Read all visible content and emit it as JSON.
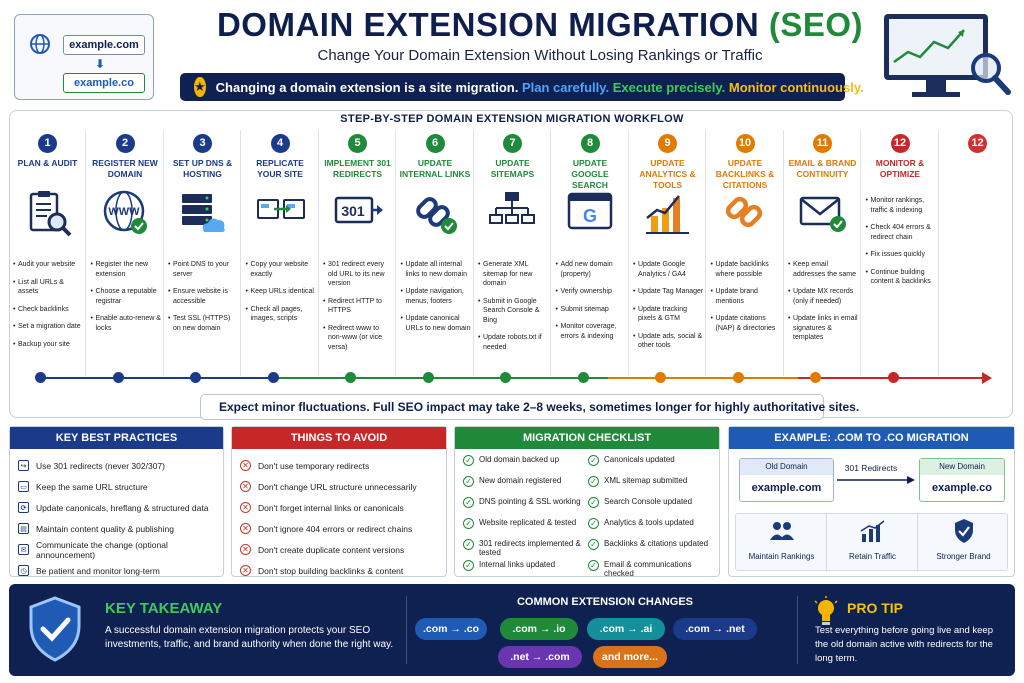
{
  "header": {
    "title": "DOMAIN EXTENSION MIGRATION",
    "title_accent": "(SEO)",
    "subtitle": "Change Your Domain Extension Without Losing Rankings or Traffic",
    "banner_text": "Changing a domain extension is a site migration.",
    "banner_blue": "Plan carefully.",
    "banner_green": "Execute precisely.",
    "banner_yellow": "Monitor continuously.",
    "old_url": "example.com",
    "new_url": "example.co"
  },
  "workflow": {
    "title": "STEP-BY-STEP DOMAIN EXTENSION MIGRATION WORKFLOW",
    "steps": [
      {
        "num": "1",
        "name": "PLAN & AUDIT",
        "color": "#1c3a8a",
        "icon": "clipboard-magnifier-icon",
        "items": [
          "Audit your website",
          "List all URLs & assets",
          "Check backlinks",
          "Set a migration date",
          "Backup your site"
        ]
      },
      {
        "num": "2",
        "name": "REGISTER NEW DOMAIN",
        "color": "#1c3a8a",
        "icon": "www-globe-icon",
        "items": [
          "Register the new extension",
          "Choose a reputable registrar",
          "Enable auto-renew & locks"
        ]
      },
      {
        "num": "3",
        "name": "SET UP DNS & HOSTING",
        "color": "#1c3a8a",
        "icon": "server-cloud-icon",
        "items": [
          "Point DNS to your server",
          "Ensure website is accessible",
          "Test SSL (HTTPS) on new domain"
        ]
      },
      {
        "num": "4",
        "name": "REPLICATE YOUR SITE",
        "color": "#1c3a8a",
        "icon": "copy-site-icon",
        "items": [
          "Copy your website exactly",
          "Keep URLs identical",
          "Check all pages, images, scripts"
        ]
      },
      {
        "num": "5",
        "name": "IMPLEMENT 301 REDIRECTS",
        "color": "#1f8a3a",
        "icon": "redirect-301-icon",
        "items": [
          "301 redirect every old URL to its new version",
          "Redirect HTTP to HTTPS",
          "Redirect www to non-www (or vice versa)"
        ]
      },
      {
        "num": "6",
        "name": "UPDATE INTERNAL LINKS",
        "color": "#1f8a3a",
        "icon": "chain-link-check-icon",
        "items": [
          "Update all internal links to new domain",
          "Update navigation, menus, footers",
          "Update canonical URLs to new domain"
        ]
      },
      {
        "num": "7",
        "name": "UPDATE SITEMAPS",
        "color": "#1f8a3a",
        "icon": "sitemap-icon",
        "items": [
          "Generate XML sitemap for new domain",
          "Submit in Google Search Console & Bing",
          "Update robots.txt if needed"
        ]
      },
      {
        "num": "8",
        "name": "UPDATE GOOGLE SEARCH CONSOLE",
        "color": "#1f8a3a",
        "icon": "google-console-icon",
        "items": [
          "Add new domain (property)",
          "Verify ownership",
          "Submit sitemap",
          "Monitor coverage, errors & indexing"
        ]
      },
      {
        "num": "9",
        "name": "UPDATE ANALYTICS & TOOLS",
        "color": "#e07b00",
        "icon": "analytics-chart-icon",
        "items": [
          "Update Google Analytics / GA4",
          "Update Tag Manager",
          "Update tracking pixels & GTM",
          "Update ads, social & other tools"
        ]
      },
      {
        "num": "10",
        "name": "UPDATE BACKLINKS & CITATIONS",
        "color": "#e07b00",
        "icon": "backlink-chain-icon",
        "items": [
          "Update backlinks where possible",
          "Update brand mentions",
          "Update citations (NAP) & directories"
        ]
      },
      {
        "num": "11",
        "name": "EMAIL & BRAND CONTINUITY",
        "color": "#e07b00",
        "icon": "email-check-icon",
        "items": [
          "Keep email addresses the same",
          "Update MX records (only if needed)",
          "Update links in email signatures & templates"
        ]
      },
      {
        "num": "12",
        "name": "MONITOR & OPTIMIZE",
        "color": "#c62828",
        "icon": "monitor-optimize-icon",
        "items": [
          "Monitor rankings, traffic & indexing",
          "Check 404 errors & redirect chain",
          "Fix issues quickly",
          "Continue building content & backlinks"
        ]
      }
    ],
    "end_num": "12",
    "note": "Expect minor fluctuations. Full SEO impact may take 2–8 weeks, sometimes longer for highly authoritative sites."
  },
  "best_practices": {
    "title": "KEY BEST PRACTICES",
    "color": "#1c3a8a",
    "items": [
      "Use 301 redirects (never 302/307)",
      "Keep the same URL structure",
      "Update canonicals, hreflang & structured data",
      "Maintain content quality & publishing",
      "Communicate the change (optional announcement)",
      "Be patient and monitor long-term"
    ]
  },
  "avoid": {
    "title": "THINGS TO AVOID",
    "color": "#c62828",
    "items": [
      "Don't use temporary redirects",
      "Don't change URL structure unnecessarily",
      "Don't forget internal links or canonicals",
      "Don't ignore 404 errors or redirect chains",
      "Don't create duplicate content versions",
      "Don't stop building backlinks & content"
    ]
  },
  "checklist": {
    "title": "MIGRATION CHECKLIST",
    "color": "#1f8a3a",
    "left": [
      "Old domain backed up",
      "New domain registered",
      "DNS pointing & SSL working",
      "Website replicated & tested",
      "301 redirects implemented & tested",
      "Internal links updated"
    ],
    "right": [
      "Canonicals updated",
      "XML sitemap submitted",
      "Search Console updated",
      "Analytics & tools updated",
      "Backlinks & citations updated",
      "Email & communications checked"
    ]
  },
  "example": {
    "title": "EXAMPLE: .COM TO .CO MIGRATION",
    "color": "#1f5bb5",
    "old_label": "Old Domain",
    "old_value": "example.com",
    "arrow_label": "301 Redirects",
    "new_label": "New Domain",
    "new_value": "example.co",
    "benefits": [
      "Maintain Rankings",
      "Retain Traffic",
      "Stronger Brand"
    ]
  },
  "takeaway": {
    "title": "KEY TAKEAWAY",
    "text": "A successful domain extension migration protects your SEO investments, traffic, and brand authority when done the right way."
  },
  "extensions": {
    "title": "COMMON EXTENSION CHANGES",
    "pills": [
      {
        "label": ".com → .co",
        "color": "#1f5bb5"
      },
      {
        "label": ".com → .io",
        "color": "#1f8a3a"
      },
      {
        "label": ".com → .ai",
        "color": "#14909a"
      },
      {
        "label": ".com → .net",
        "color": "#1c3a8a"
      },
      {
        "label": ".net → .com",
        "color": "#6a35b0"
      },
      {
        "label": "and more...",
        "color": "#d9731a"
      }
    ]
  },
  "pro_tip": {
    "title": "PRO TIP",
    "text": "Test everything before going live and keep the old domain active with redirects for the long term."
  }
}
